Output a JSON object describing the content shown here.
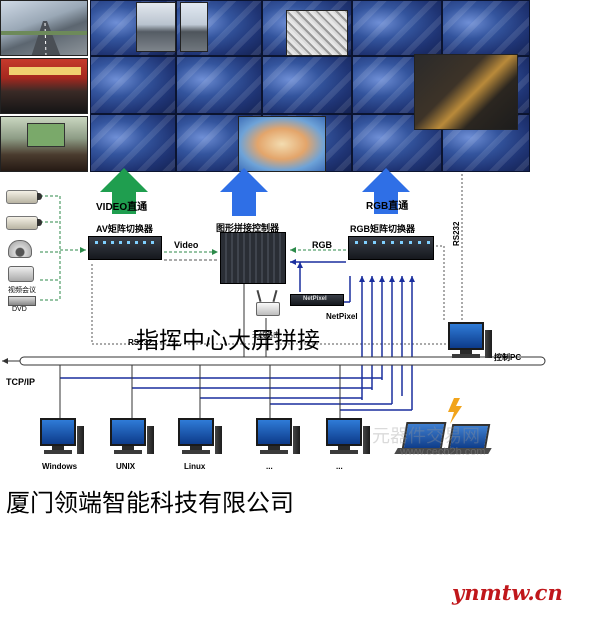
{
  "labels": {
    "video_direct": "VIDEO直通",
    "rgb_direct": "RGB直通",
    "av_matrix": "AV矩阵切换器",
    "graphics_controller": "图形拼接控制器",
    "rgb_matrix": "RGB矩阵切换器",
    "video": "Video",
    "rgb": "RGB",
    "rs232_vertical": "RS232",
    "rs232_left": "RS232",
    "netpixel_box": "NetPixel",
    "netpixel": "NetPixel",
    "wireless": "无线路由",
    "video_conf": "视频会议",
    "dvd": "DVD",
    "tcpip": "TCP/IP",
    "control_pc": "控制PC"
  },
  "terminals": [
    "Windows",
    "UNIX",
    "Linux",
    "...",
    "..."
  ],
  "overlay_title": "指挥中心大屏拼接",
  "company": "厦门领端智能科技有限公司",
  "brand": "ynmtw.cn",
  "faint_watermark": "元器件交易网",
  "faint_url": "www.cecb2b.com",
  "colors": {
    "arrow_green": "#1f9e4f",
    "arrow_blue": "#2f6fe6",
    "bus_blue": "#1a2f9e",
    "brand_red": "#c0171b"
  }
}
